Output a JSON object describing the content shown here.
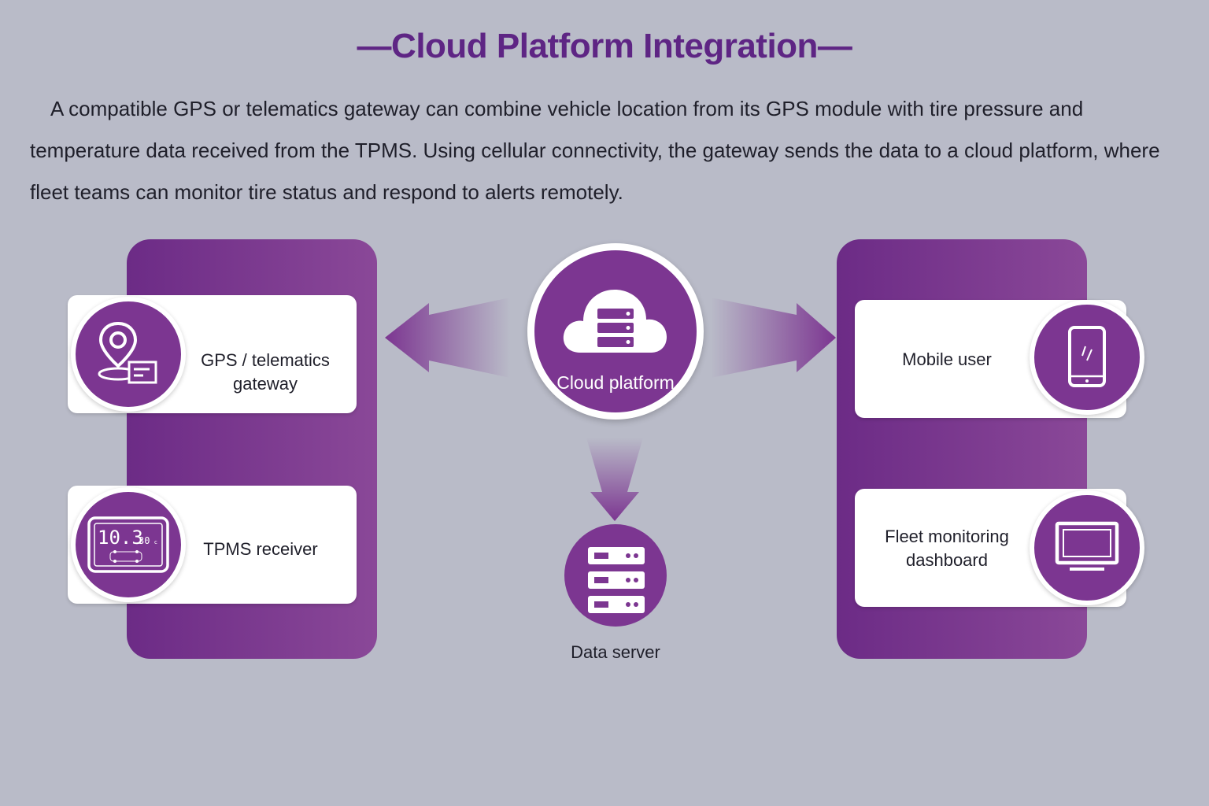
{
  "header": {
    "title": "—Cloud Platform Integration—",
    "intro": "A compatible GPS or telematics gateway can combine vehicle location from its GPS module with tire pressure and temperature data received from the TPMS. Using cellular connectivity, the gateway sends the data to a cloud platform, where fleet teams can monitor tire status and respond to alerts remotely."
  },
  "left_panel": {
    "gateway_label": "GPS / telematics gateway",
    "receiver_label": "TPMS receiver",
    "receiver_display": {
      "pressure": "10.3",
      "temp": "30",
      "unit": "c"
    }
  },
  "center": {
    "cloud_label": "Cloud platform",
    "server_label": "Data server"
  },
  "right_panel": {
    "mobile_label": "Mobile user",
    "dashboard_label": "Fleet monitoring dashboard"
  },
  "colors": {
    "accent": "#7c3691",
    "title": "#5e2584",
    "background": "#b9bbc8"
  }
}
